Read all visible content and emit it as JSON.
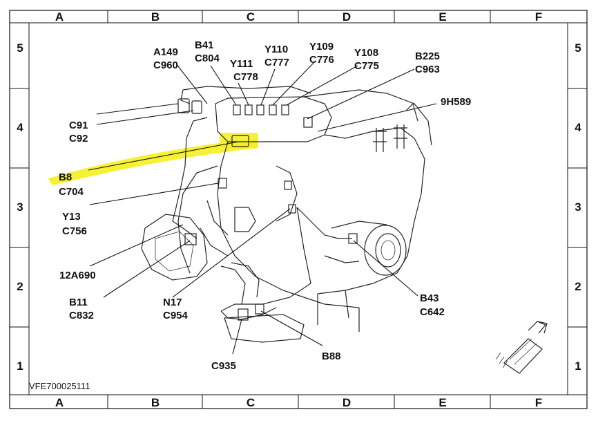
{
  "grid": {
    "columns": [
      "A",
      "B",
      "C",
      "D",
      "E",
      "F"
    ],
    "rows": [
      "5",
      "4",
      "3",
      "2",
      "1"
    ]
  },
  "labels": [
    {
      "id": "a149",
      "lines": [
        "A149",
        "C960"
      ]
    },
    {
      "id": "b41",
      "lines": [
        "B41",
        "C804"
      ]
    },
    {
      "id": "y111",
      "lines": [
        "Y111",
        "C778"
      ]
    },
    {
      "id": "y110",
      "lines": [
        "Y110",
        "C777"
      ]
    },
    {
      "id": "y109",
      "lines": [
        "Y109",
        "C776"
      ]
    },
    {
      "id": "y108",
      "lines": [
        "Y108",
        "C775"
      ]
    },
    {
      "id": "b225",
      "lines": [
        "B225",
        "C963"
      ]
    },
    {
      "id": "9h589",
      "lines": [
        "9H589"
      ]
    },
    {
      "id": "c91",
      "lines": [
        "C91",
        "C92"
      ]
    },
    {
      "id": "b8",
      "lines": [
        "B8",
        "C704"
      ]
    },
    {
      "id": "y13",
      "lines": [
        "Y13",
        "C756"
      ]
    },
    {
      "id": "12a690",
      "lines": [
        "12A690"
      ]
    },
    {
      "id": "b11",
      "lines": [
        "B11",
        "C832"
      ]
    },
    {
      "id": "n17",
      "lines": [
        "N17",
        "C954"
      ]
    },
    {
      "id": "b43",
      "lines": [
        "B43",
        "C642"
      ]
    },
    {
      "id": "b88",
      "lines": [
        "B88"
      ]
    },
    {
      "id": "c935",
      "lines": [
        "C935"
      ]
    }
  ],
  "figure_code": "VFE700025111",
  "colors": {
    "highlight": "#f5ef1e",
    "line": "#222222",
    "frame": "#111111"
  }
}
